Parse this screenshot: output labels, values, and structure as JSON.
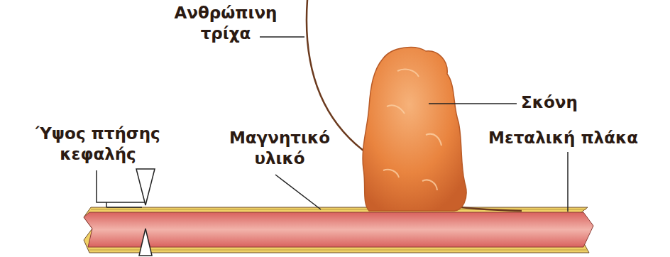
{
  "diagram": {
    "labels": [
      "Ανθρώπινη τρίχα",
      "Σκόνη",
      "Ύψος πτήσης κεφαλής",
      "Μαγνητικό υλικό",
      "Μεταλική πλάκα"
    ]
  }
}
